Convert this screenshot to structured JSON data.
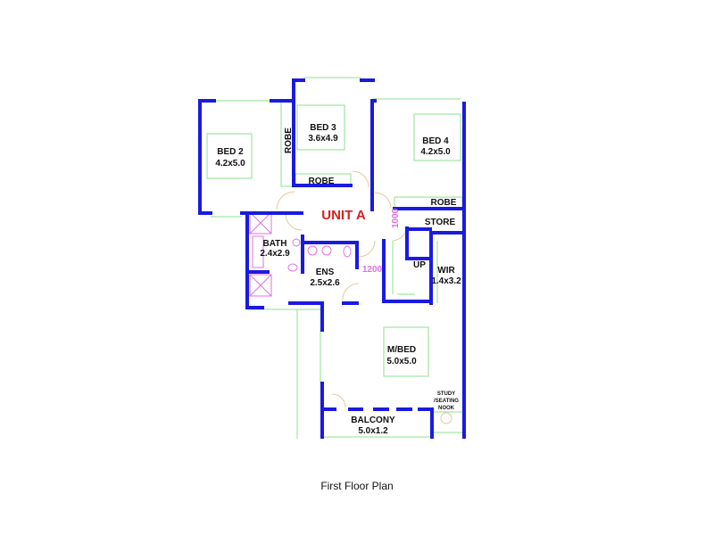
{
  "plan": {
    "unit_label": "UNIT A",
    "rooms": {
      "bed2": {
        "name": "BED 2",
        "size": "4.2x5.0"
      },
      "bed3": {
        "name": "BED 3",
        "size": "3.6x4.9"
      },
      "bed4": {
        "name": "BED 4",
        "size": "4.2x5.0"
      },
      "robe_bed2": "ROBE",
      "robe_bed3": "ROBE",
      "robe_bed4": "ROBE",
      "store": "STORE",
      "bath": {
        "name": "BATH",
        "size": "2.4x2.9"
      },
      "ens": {
        "name": "ENS",
        "size": "2.5x2.6"
      },
      "up": "UP",
      "wir": {
        "name": "WIR",
        "size": "1.4x3.2"
      },
      "mbed": {
        "name": "M/BED",
        "size": "5.0x5.0"
      },
      "study": [
        "STUDY",
        "/SEATING",
        "NOOK"
      ],
      "balcony": {
        "name": "BALCONY",
        "size": "5.0x1.2"
      }
    },
    "dimensions": {
      "stair_width": "1000",
      "hall_width": "1200"
    },
    "colors": {
      "wall": "#1a1ae0",
      "unit_label": "#d81e1e",
      "dimension": "#e070e0"
    }
  },
  "caption": "First Floor Plan"
}
